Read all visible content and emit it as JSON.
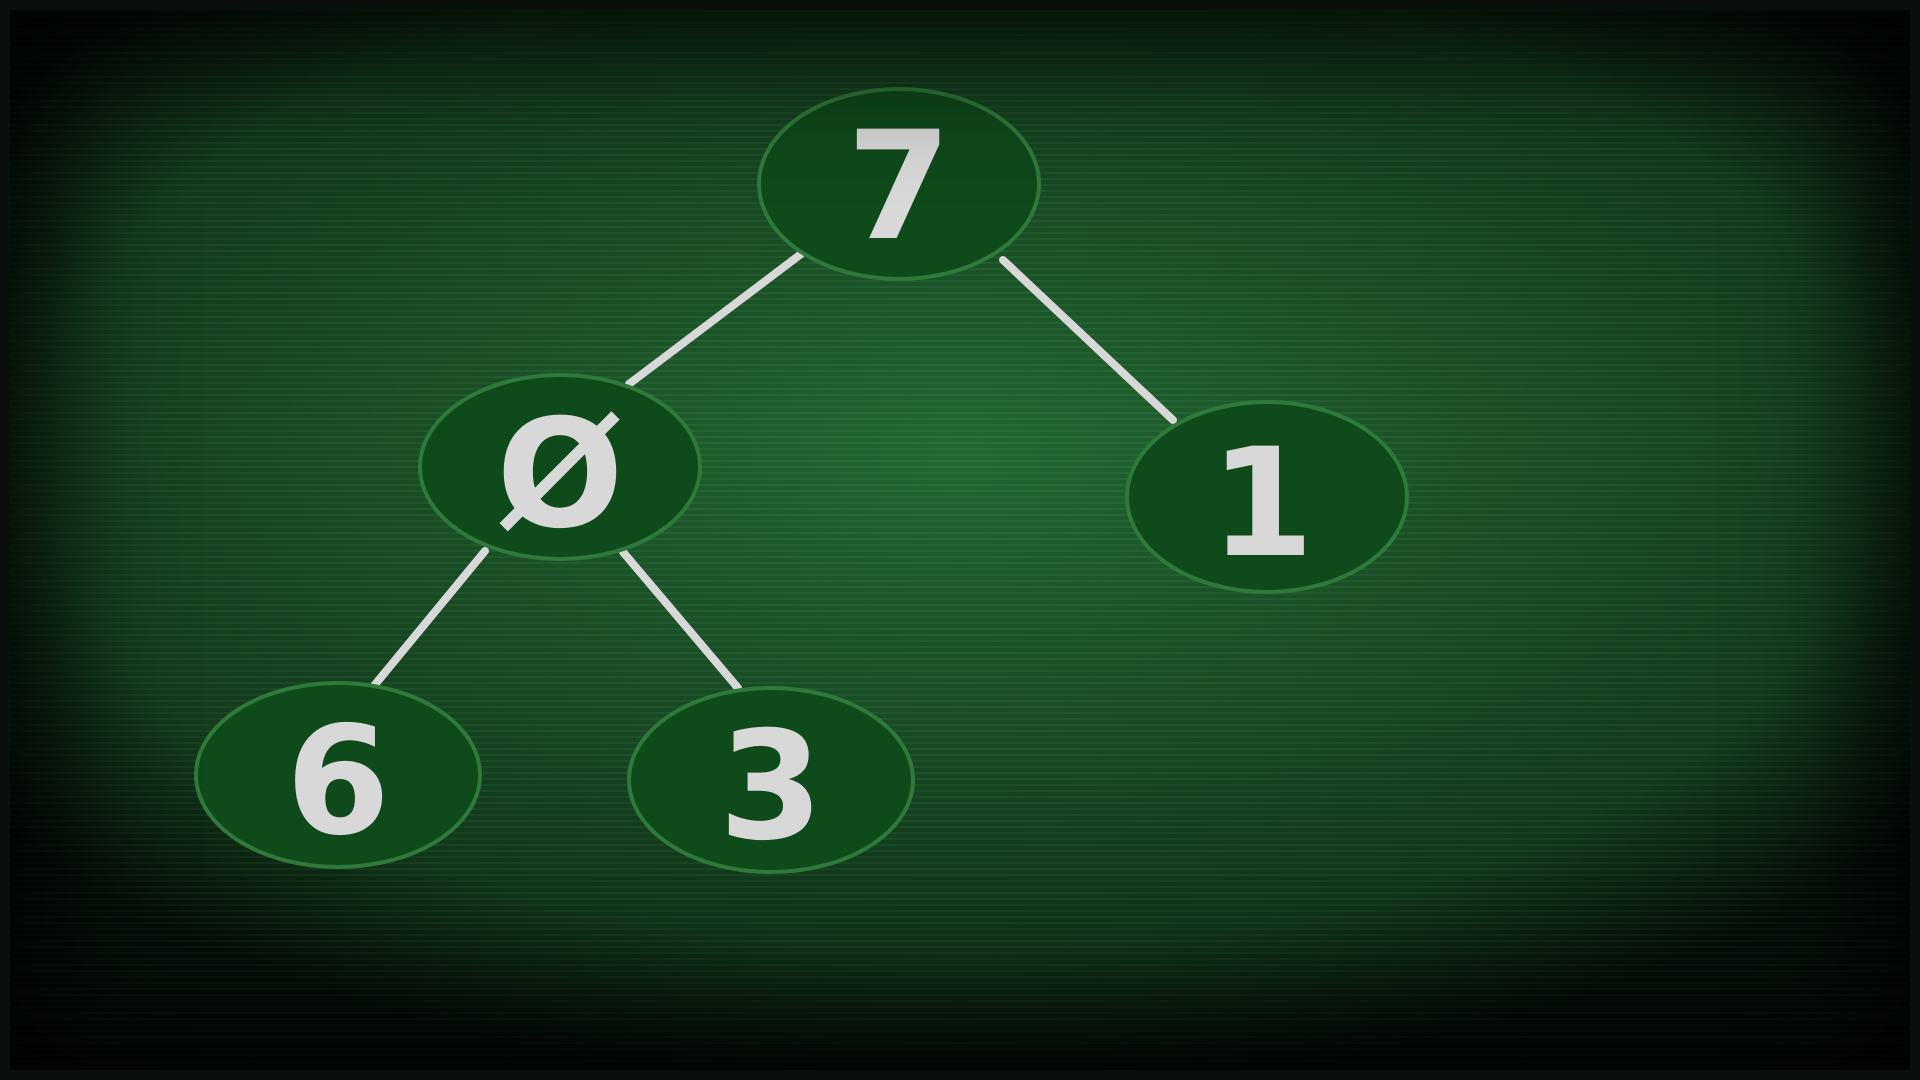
{
  "tree": {
    "nodes": [
      {
        "id": "n7",
        "label": "7"
      },
      {
        "id": "n0",
        "label": "Ø"
      },
      {
        "id": "n1",
        "label": "1"
      },
      {
        "id": "n6",
        "label": "6"
      },
      {
        "id": "n3",
        "label": "3"
      }
    ],
    "edges": [
      {
        "from": "n7",
        "to": "n0"
      },
      {
        "from": "n7",
        "to": "n1"
      },
      {
        "from": "n0",
        "to": "n6"
      },
      {
        "from": "n0",
        "to": "n3"
      }
    ],
    "colors": {
      "board": "#1f6330",
      "node_fill": "#0f4a1b",
      "node_outline": "#2f7a3a",
      "chalk": "#d8d8d8"
    }
  }
}
